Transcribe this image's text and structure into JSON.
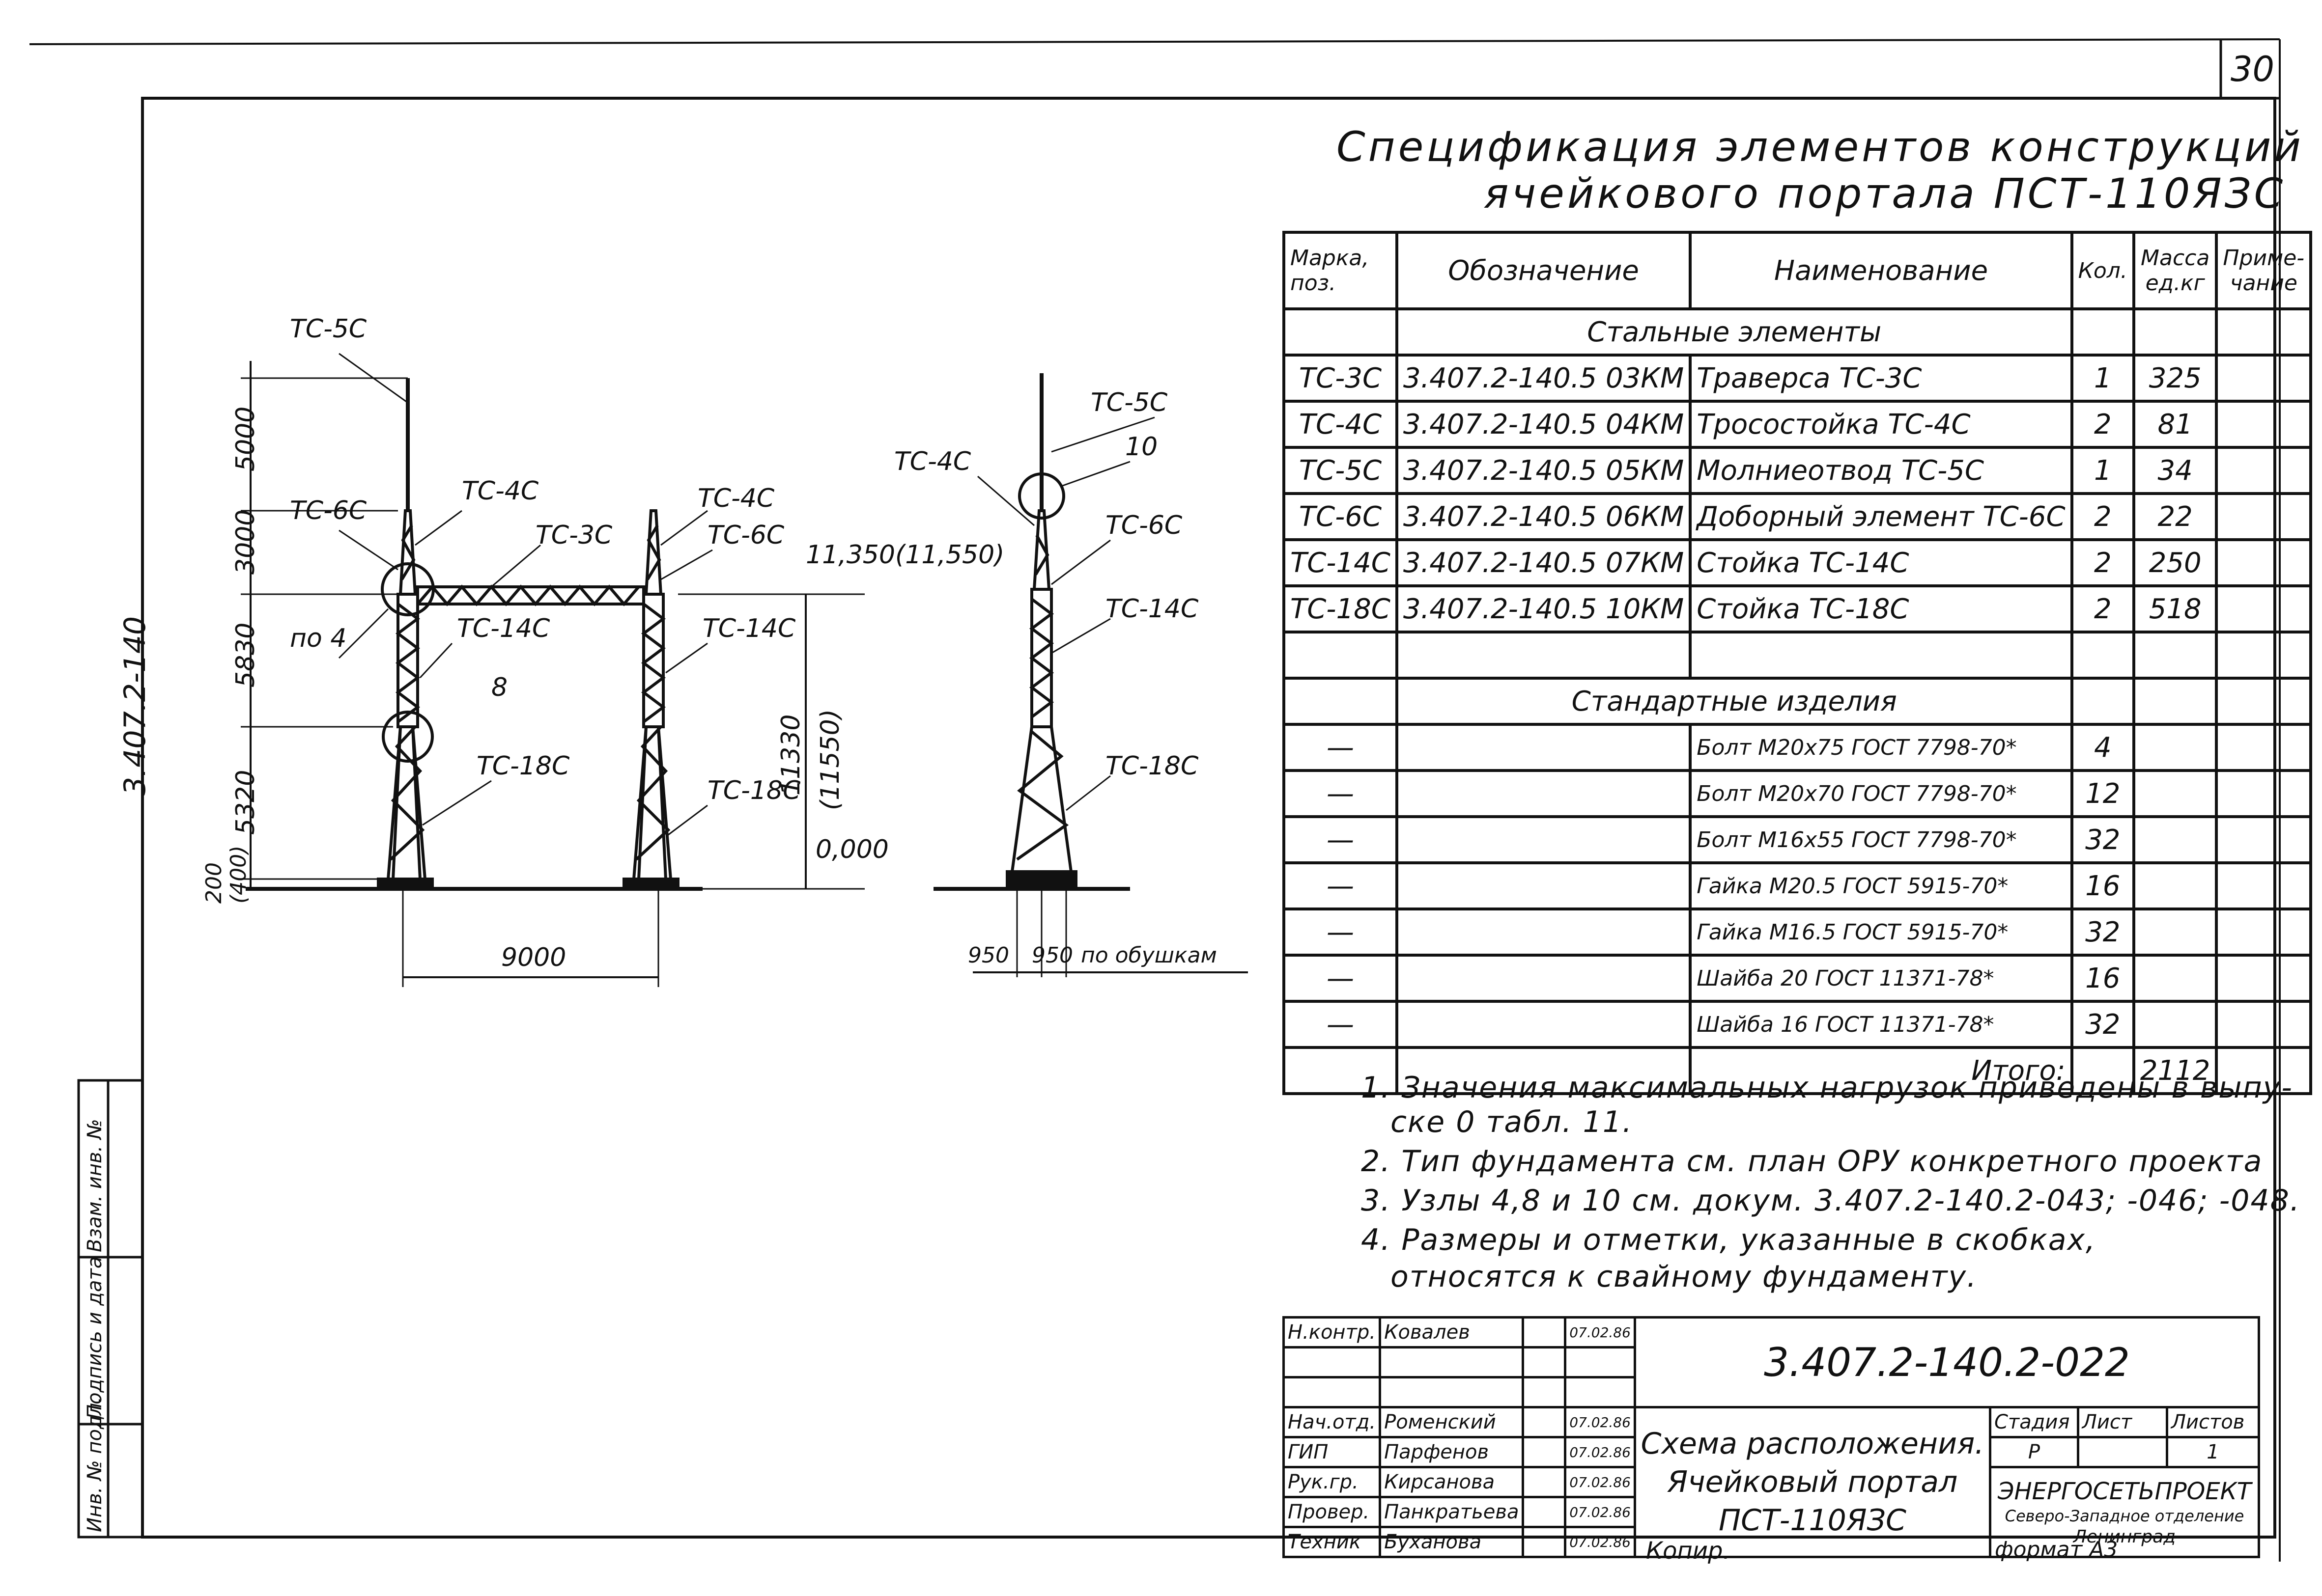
{
  "page_number": "30",
  "side_code": "3.407.2-140",
  "title": {
    "line1": "Спецификация элементов конструкций",
    "line2": "ячейкового портала ПСТ-110ЯЗС"
  },
  "spec_table": {
    "headers": [
      "Марка, поз.",
      "Обозначение",
      "Наименование",
      "Кол.",
      "Масса ед.кг",
      "Приме-чание"
    ],
    "section_steel": "Стальные элементы",
    "steel_rows": [
      {
        "mark": "ТС-3С",
        "designation": "3.407.2-140.5 03КМ",
        "name": "Траверса ТС-3С",
        "qty": "1",
        "mass": "325"
      },
      {
        "mark": "ТС-4С",
        "designation": "3.407.2-140.5 04КМ",
        "name": "Тросостойка ТС-4С",
        "qty": "2",
        "mass": "81"
      },
      {
        "mark": "ТС-5С",
        "designation": "3.407.2-140.5 05КМ",
        "name": "Молниеотвод ТС-5С",
        "qty": "1",
        "mass": "34"
      },
      {
        "mark": "ТС-6С",
        "designation": "3.407.2-140.5 06КМ",
        "name": "Доборный элемент ТС-6С",
        "qty": "2",
        "mass": "22"
      },
      {
        "mark": "ТС-14С",
        "designation": "3.407.2-140.5 07КМ",
        "name": "Стойка ТС-14С",
        "qty": "2",
        "mass": "250"
      },
      {
        "mark": "ТС-18С",
        "designation": "3.407.2-140.5 10КМ",
        "name": "Стойка ТС-18С",
        "qty": "2",
        "mass": "518"
      }
    ],
    "section_std": "Стандартные изделия",
    "std_rows": [
      {
        "mark": "—",
        "name": "Болт М20х75 ГОСТ 7798-70*",
        "qty": "4"
      },
      {
        "mark": "—",
        "name": "Болт М20х70 ГОСТ 7798-70*",
        "qty": "12"
      },
      {
        "mark": "—",
        "name": "Болт М16х55 ГОСТ 7798-70*",
        "qty": "32"
      },
      {
        "mark": "—",
        "name": "Гайка М20.5 ГОСТ 5915-70*",
        "qty": "16"
      },
      {
        "mark": "—",
        "name": "Гайка М16.5 ГОСТ 5915-70*",
        "qty": "32"
      },
      {
        "mark": "—",
        "name": "Шайба 20 ГОСТ 11371-78*",
        "qty": "16"
      },
      {
        "mark": "—",
        "name": "Шайба 16 ГОСТ 11371-78*",
        "qty": "32"
      }
    ],
    "total_label": "Итого:",
    "total_value": "2112"
  },
  "notes": [
    "1. Значения максимальных нагрузок приведены в выпу-",
    "ске 0 табл. 11.",
    "2. Тип фундамента см. план ОРУ конкретного проекта",
    "3. Узлы 4,8 и 10 см. докум. 3.407.2-140.2-043; -046; -048.",
    "4. Размеры и отметки, указанные в скобках,",
    "относятся к свайному фундаменту."
  ],
  "drawing": {
    "front_labels": {
      "ts5c": "ТС-5С",
      "ts6c_left": "ТС-6С",
      "ts4c_left": "ТС-4С",
      "ts3c": "ТС-3С",
      "ts4c_right": "ТС-4С",
      "ts6c_right": "ТС-6С",
      "po4": "по 4",
      "ts14c_left": "ТС-14С",
      "ts14c_right": "ТС-14С",
      "node8": "8",
      "ts18c_left": "ТС-18С",
      "ts18c_right": "ТС-18С"
    },
    "dims": {
      "d5000": "5000",
      "d3000": "3000",
      "d5830": "5830",
      "d5320": "5320",
      "d200": "200",
      "d400": "(400)",
      "d11330": "11330",
      "d11550": "(11550)",
      "span": "9000",
      "elev_top": "11,350(11,550)",
      "elev_zero": "0,000"
    },
    "side_labels": {
      "ts4c": "ТС-4С",
      "ts5c": "ТС-5С",
      "node10": "10",
      "ts6c": "ТС-6С",
      "ts14c": "ТС-14С",
      "ts18c": "ТС-18С",
      "d950a": "950",
      "d950b": "950",
      "po_obushkam": "по обушкам"
    }
  },
  "stamp": {
    "code": "3.407.2-140.2-022",
    "rows": [
      {
        "role": "Н.контр.",
        "name": "Ковалев",
        "date": "07.02.86"
      },
      {
        "role": "Нач.отд.",
        "name": "Роменский",
        "date": "07.02.86"
      },
      {
        "role": "ГИП",
        "name": "Парфенов",
        "date": "07.02.86"
      },
      {
        "role": "Рук.гр.",
        "name": "Кирсанова",
        "date": "07.02.86"
      },
      {
        "role": "Провер.",
        "name": "Панкратьева",
        "date": "07.02.86"
      },
      {
        "role": "Техник",
        "name": "Буханова",
        "date": "07.02.86"
      }
    ],
    "sheet_title": [
      "Схема расположения.",
      "Ячейковый портал",
      "ПСТ-110ЯЗС"
    ],
    "stage_label": "Стадия",
    "sheet_label": "Лист",
    "sheets_label": "Листов",
    "stage": "Р",
    "sheet": "",
    "sheets": "1",
    "org": "ЭНЕРГОСЕТЬПРОЕКТ",
    "org_sub1": "Северо-Западное отделение",
    "org_sub2": "Ленинград",
    "copy": "Копир.",
    "format": "формат А3"
  },
  "side_block": [
    "Инв. № подл.",
    "Подпись и дата",
    "Взам. инв. №"
  ]
}
